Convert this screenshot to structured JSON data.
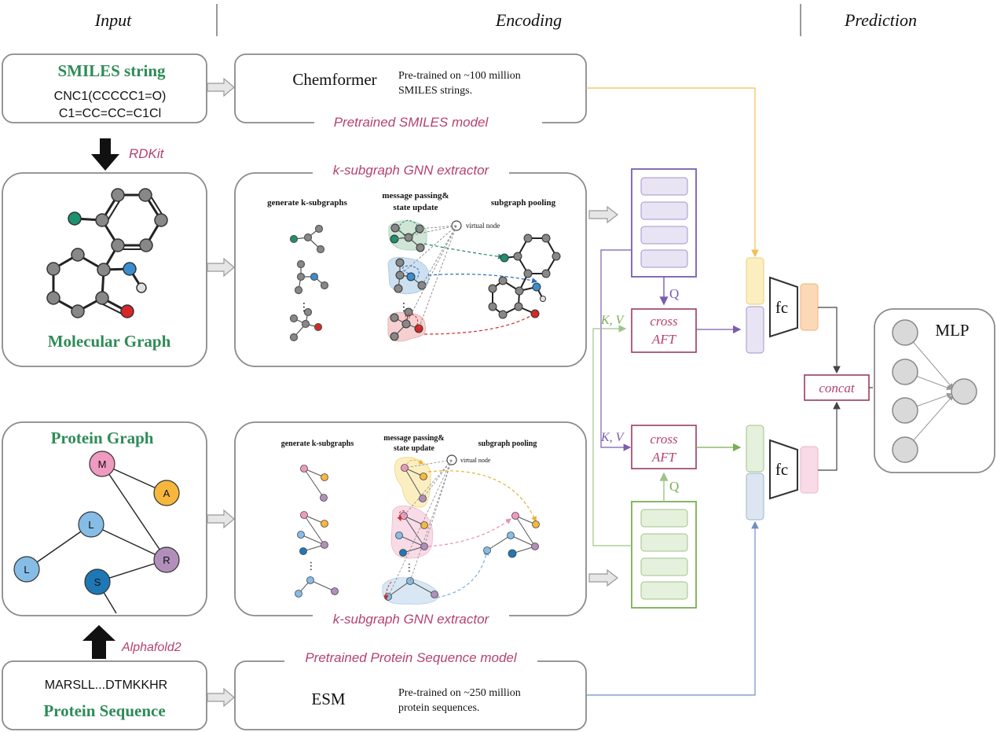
{
  "sections": {
    "input": "Input",
    "encoding": "Encoding",
    "prediction": "Prediction"
  },
  "smiles": {
    "title": "SMILES string",
    "line1": "CNC1(CCCCC1=O)",
    "line2": "C1=CC=CC=C1Cl"
  },
  "chemformer": {
    "name": "Chemformer",
    "desc1": "Pre-trained on ~100 million",
    "desc2": "SMILES strings.",
    "caption": "Pretrained SMILES model"
  },
  "rdkit_label": "RDKit",
  "alphafold_label": "Alphafold2",
  "molecular_graph": {
    "title": "Molecular Graph"
  },
  "mol_gnn": {
    "title": "k-subgraph GNN extractor",
    "col1": "generate k-subgraphs",
    "col2a": "message passing&",
    "col2b": "state update",
    "col3": "subgraph pooling",
    "virtual_node": "virtual node",
    "dots": "⋮"
  },
  "protein_graph": {
    "title": "Protein Graph",
    "nodes": [
      "M",
      "A",
      "L",
      "L",
      "R",
      "S"
    ]
  },
  "prot_gnn": {
    "title": "k-subgraph GNN extractor",
    "col1": "generate k-subgraphs",
    "col2a": "message passing&",
    "col2b": "state update",
    "col3": "subgraph pooling",
    "virtual_node": "virtual node",
    "dots": "⋮"
  },
  "protein_sequence": {
    "sequence": "MARSLL...DTMKKHR",
    "title": "Protein Sequence"
  },
  "esm": {
    "caption": "Pretrained Protein Sequence model",
    "name": "ESM",
    "desc1": "Pre-trained on ~250 million",
    "desc2": "protein sequences."
  },
  "cross_aft_top": {
    "line1": "cross",
    "line2": "AFT",
    "q_label": "Q",
    "kv_label": "K, V"
  },
  "cross_aft_bottom": {
    "line1": "cross",
    "line2": "AFT",
    "q_label": "Q",
    "kv_label": "K, V"
  },
  "fc_top": "fc",
  "fc_bottom": "fc",
  "concat": "concat",
  "mlp": "MLP",
  "colors": {
    "green_title": "#2e8b57",
    "magenta": "#b5426f",
    "purple": "#7b5cae",
    "green": "#7aae52",
    "yellow_line": "#f0c050",
    "blue_line": "#6f8fc0",
    "box_border": "#8a8a8a"
  }
}
